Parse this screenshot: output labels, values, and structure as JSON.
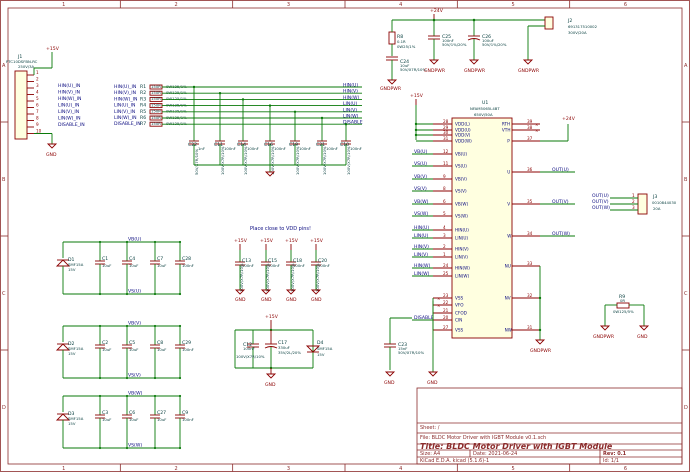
{
  "border": {
    "columns": [
      "1",
      "2",
      "3",
      "4",
      "5",
      "6"
    ],
    "rows": [
      "A",
      "B",
      "C",
      "D"
    ]
  },
  "title_block": {
    "sheet": "Sheet: /",
    "file": "File: BLDC Motor Driver with IGBT Module v0.1.sch",
    "title": "Title: BLDC Motor Driver with IGBT Module",
    "size": "Size: A4",
    "date": "Date: 2021-06-24",
    "rev": "Rev: 0.1",
    "tool": "KiCad E.D.A.  kicad (5.1.6)-1",
    "id": "Id: 1/1"
  },
  "connector_j1": {
    "ref": "J1",
    "part": "PTC10DSFBN-RC",
    "rating": "250V/3A",
    "pins": [
      "1",
      "2",
      "3",
      "4",
      "5",
      "6",
      "7",
      "8",
      "9",
      "10"
    ],
    "nets": [
      "",
      "",
      "HIN(U)_IN",
      "HIN(V)_IN",
      "HIN(W)_IN",
      "LIN(U)_IN",
      "LIN(V)_IN",
      "LIN(W)_IN",
      "DISABLE_IN",
      ""
    ]
  },
  "input_nets": [
    "HIN(U)_IN",
    "HIN(V)_IN",
    "HIN(W)_IN",
    "LIN(U)_IN",
    "LIN(V)_IN",
    "LIN(W)_IN",
    "DISABLE_IN"
  ],
  "input_resistors": {
    "refs": [
      "R1",
      "R2",
      "R3",
      "R4",
      "R5",
      "R6",
      "R7"
    ],
    "value": "150R",
    "package": "0W125/1%"
  },
  "output_nets": [
    "HIN(U)",
    "HIN(V)",
    "HIN(W)",
    "LIN(U)",
    "LIN(V)",
    "LIN(W)",
    "DISABLE"
  ],
  "filter_caps": [
    {
      "ref": "C22",
      "val": "1nF",
      "spec": "50V/X7R/10%"
    },
    {
      "ref": "C11",
      "val": "100nF",
      "spec": "100V/X7R/10%"
    },
    {
      "ref": "C14",
      "val": "100nF",
      "spec": "100V/X7R/10%"
    },
    {
      "ref": "C16",
      "val": "100nF",
      "spec": "100V/X7R/10%"
    },
    {
      "ref": "C19",
      "val": "100nF",
      "spec": "100V/X7R/10%"
    },
    {
      "ref": "C21",
      "val": "100nF",
      "spec": "100V/X7R/10%"
    },
    {
      "ref": "C10",
      "val": "100nF",
      "spec": "100V/X7R/10%"
    }
  ],
  "power": {
    "vcc24": "+24V",
    "vcc15": "+15V",
    "gnd": "GND",
    "gndpwr": "GNDPWR",
    "r8": {
      "ref": "R8",
      "val": "0.1R",
      "spec": "0W25/1%"
    },
    "c25": {
      "ref": "C25",
      "val": "100nF",
      "spec": "50V/1%/20%"
    },
    "c26": {
      "ref": "C26",
      "val": "100uF",
      "spec": "50V/1%/20%"
    },
    "c24": {
      "ref": "C24",
      "val": "10uF",
      "spec": "50V/X7R/10%"
    },
    "j2": {
      "ref": "J2",
      "part": "691317510002",
      "rating": "300V/20A"
    }
  },
  "module_u1": {
    "ref": "U1",
    "part": "NFAM5065L4BT",
    "rating": "650V/50A",
    "left_pins": [
      {
        "name": "VDD(L)",
        "num": "28"
      },
      {
        "name": "VDD(U)",
        "num": "29"
      },
      {
        "name": "VDD(V)",
        "num": "30"
      },
      {
        "name": "VDD(W)",
        "num": "31"
      },
      {
        "name": "VB(U)",
        "num": "12"
      },
      {
        "name": "VS(U)",
        "num": "11"
      },
      {
        "name": "VB(V)",
        "num": "9"
      },
      {
        "name": "VS(V)",
        "num": "8"
      },
      {
        "name": "VB(W)",
        "num": "6"
      },
      {
        "name": "VS(W)",
        "num": "5"
      },
      {
        "name": "HIN(U)",
        "num": "4"
      },
      {
        "name": "LIN(U)",
        "num": "3"
      },
      {
        "name": "HIN(V)",
        "num": "2"
      },
      {
        "name": "LIN(V)",
        "num": "1"
      },
      {
        "name": "HIN(W)",
        "num": "24"
      },
      {
        "name": "LIN(W)",
        "num": "25"
      },
      {
        "name": "VSS",
        "num": "23"
      },
      {
        "name": "VFO",
        "num": "22"
      },
      {
        "name": "CFOD",
        "num": "21"
      },
      {
        "name": "CIN",
        "num": "20"
      },
      {
        "name": "VSS",
        "num": "27"
      }
    ],
    "right_pins": [
      {
        "name": "RTH",
        "num": "39"
      },
      {
        "name": "VTH",
        "num": "38"
      },
      {
        "name": "P",
        "num": "37"
      },
      {
        "name": "U",
        "num": "36"
      },
      {
        "name": "V",
        "num": "35"
      },
      {
        "name": "W",
        "num": "34"
      },
      {
        "name": "NU",
        "num": "33"
      },
      {
        "name": "NV",
        "num": "32"
      },
      {
        "name": "NW",
        "num": "31"
      }
    ],
    "left_nets": [
      "VB(U)",
      "VS(U)",
      "VB(V)",
      "VS(V)",
      "VB(W)",
      "VS(W)",
      "HIN(U)",
      "LIN(U)",
      "HIN(V)",
      "LIN(V)",
      "HIN(W)",
      "LIN(W)",
      "DISABLE"
    ]
  },
  "outputs": [
    "OUT(U)",
    "OUT(V)",
    "OUT(W)"
  ],
  "connector_j3": {
    "ref": "J3",
    "part": "0010844030",
    "rating": "20A",
    "pins": [
      "1",
      "2",
      "3"
    ]
  },
  "r9": {
    "ref": "R9",
    "val": "0R",
    "spec": "0W125/5%"
  },
  "c23": {
    "ref": "C23",
    "val": "15nF",
    "spec": "50V/X7R/10%"
  },
  "note": "Place close to VDD pins!",
  "vdd_caps": [
    {
      "ref": "C13",
      "val": "100nF",
      "spec": "100V/X7R/10%"
    },
    {
      "ref": "C15",
      "val": "100nF",
      "spec": "100V/X7R/10%"
    },
    {
      "ref": "C18",
      "val": "100nF",
      "spec": "100V/X7R/10%"
    },
    {
      "ref": "C20",
      "val": "100nF",
      "spec": "100V/X7R/10%"
    }
  ],
  "bootstrap": [
    {
      "vb": "VB(U)",
      "vs": "VS(U)",
      "d": "D1",
      "dpart": "SMF15A",
      "dv": "15V",
      "caps": [
        [
          "C1",
          "10uF"
        ],
        [
          "C4",
          "10uF"
        ],
        [
          "C7",
          "10uF"
        ],
        [
          "C28",
          "100nF"
        ]
      ]
    },
    {
      "vb": "VB(V)",
      "vs": "VS(V)",
      "d": "D2",
      "dpart": "SMF15A",
      "dv": "15V",
      "caps": [
        [
          "C2",
          "10uF"
        ],
        [
          "C5",
          "10uF"
        ],
        [
          "C8",
          "10uF"
        ],
        [
          "C29",
          "100nF"
        ]
      ]
    },
    {
      "vb": "VB(W)",
      "vs": "VS(W)",
      "d": "D3",
      "dpart": "SMF15A",
      "dv": "15V",
      "caps": [
        [
          "C3",
          "10uF"
        ],
        [
          "C6",
          "10uF"
        ],
        [
          "C27",
          "10uF"
        ],
        [
          "C9",
          "100nF"
        ]
      ]
    }
  ],
  "bulk_vdd": {
    "c12": {
      "ref": "C12",
      "val": "100nF",
      "spec": "100V/X7R/10%"
    },
    "c17": {
      "ref": "C17",
      "val": "330uF",
      "spec": "35V/2L/20%"
    },
    "d4": {
      "ref": "D4",
      "part": "SMF15A",
      "v": "15V"
    }
  }
}
